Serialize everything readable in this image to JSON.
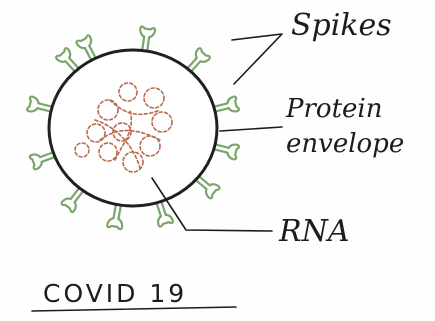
{
  "labels": {
    "spikes": "Spikes",
    "protein_line1": "Protein",
    "protein_line2": "envelope",
    "rna": "RNA"
  },
  "title": "COVID 19",
  "colors": {
    "envelope": "#202020",
    "spike": "#7aa66b",
    "rna": "#b86a4e",
    "ink": "#1c1c1c"
  }
}
